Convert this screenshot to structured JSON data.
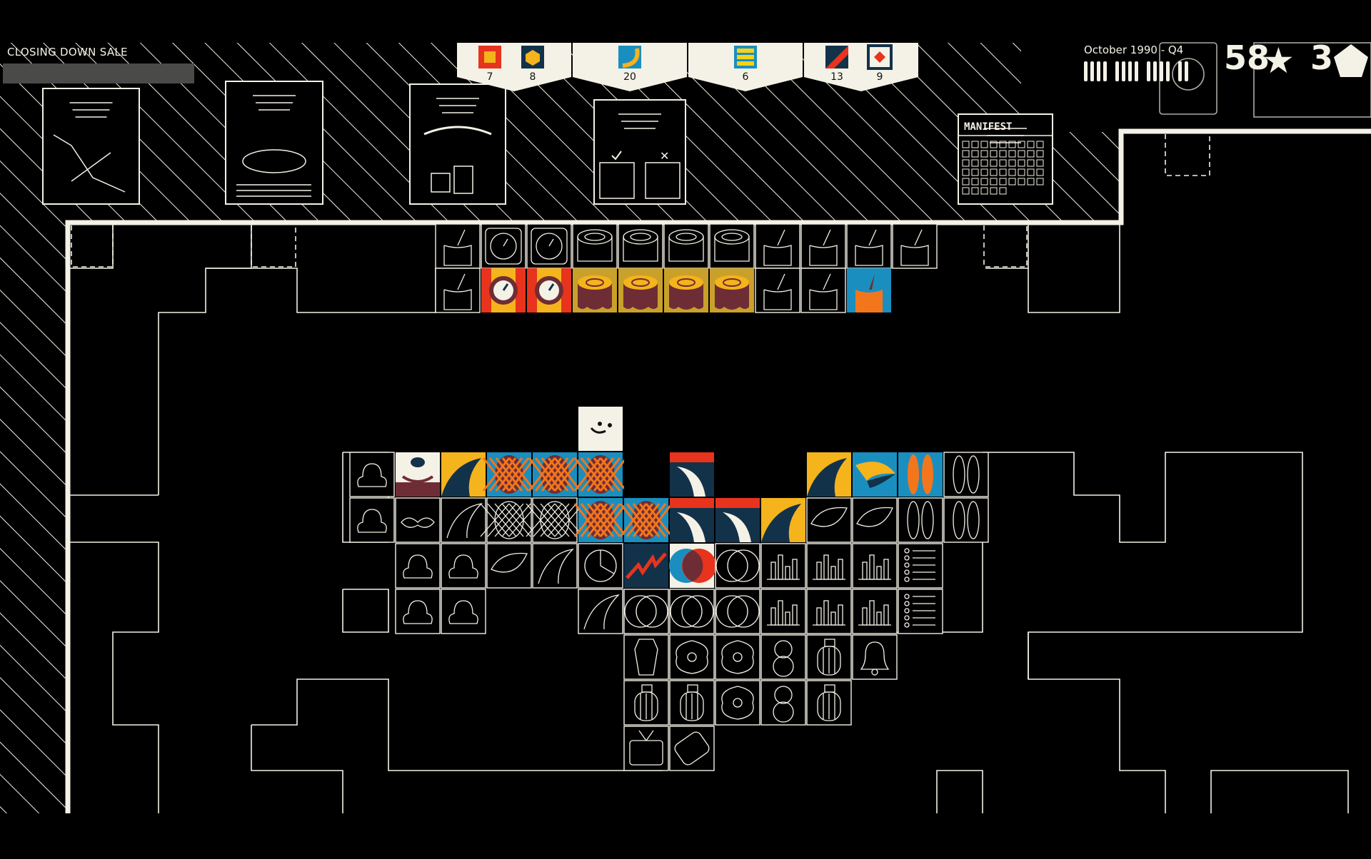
{
  "hud": {
    "sale_label": "CLOSING DOWN SALE",
    "sale_progress": 0.0,
    "date_label": "October 1990 - Q4",
    "score": "58",
    "lives": "3",
    "tally_groups": [
      4,
      4,
      4,
      2
    ]
  },
  "quotas": [
    {
      "icon": "red-square-icon",
      "count": "7",
      "color": "#e8501d"
    },
    {
      "icon": "gold-hexagon-icon",
      "count": "8",
      "color": "#f5b31c"
    },
    {
      "icon": "banana-icon",
      "count": "20",
      "color": "#f5b31c"
    },
    {
      "icon": "striped-bars-icon",
      "count": "6",
      "color": "#f5d21c"
    },
    {
      "icon": "blue-red-tile-icon",
      "count": "13",
      "color": "#1f5a8c"
    },
    {
      "icon": "diamond-target-icon",
      "count": "9",
      "color": "#e8501d"
    }
  ],
  "documents": [
    {
      "name": "chart-document-icon"
    },
    {
      "name": "spill-document-icon"
    },
    {
      "name": "graph-document-icon"
    },
    {
      "name": "checklist-document-icon"
    },
    {
      "name": "manifest-document-icon",
      "label": "MANIFEST"
    }
  ],
  "colors": {
    "line": "#f4f1e6",
    "bg": "#000000",
    "blue": "#1a8fbf",
    "orange": "#f3761c",
    "gold": "#f5b31c",
    "brown": "#6e2d35",
    "navy": "#12324a",
    "red": "#e8331d",
    "cream": "#f4f1e6"
  }
}
